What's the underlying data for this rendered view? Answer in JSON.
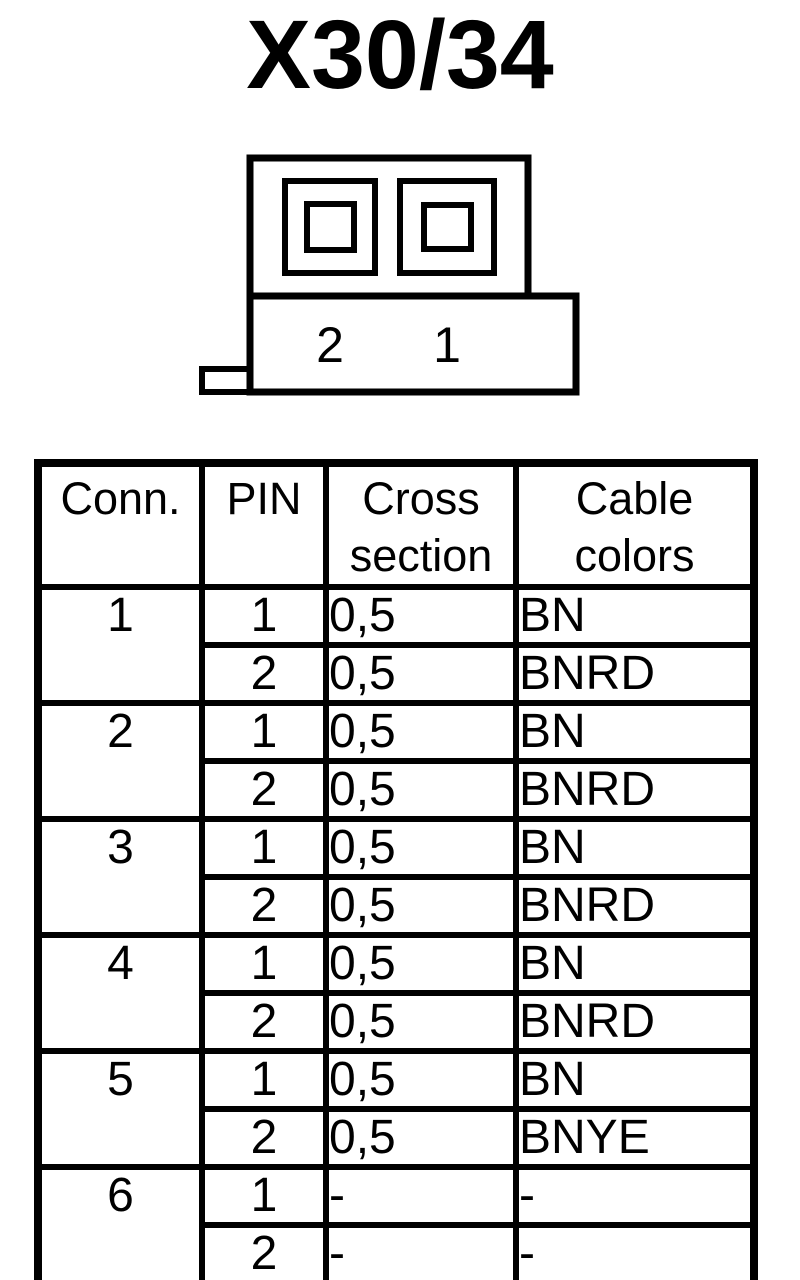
{
  "title": "X30/34",
  "colors": {
    "ink": "#000000",
    "background": "#ffffff"
  },
  "connector": {
    "cavity_labels": [
      "2",
      "1"
    ]
  },
  "table": {
    "headers": [
      "Conn.",
      "PIN",
      "Cross section",
      "Cable colors"
    ],
    "groups": [
      {
        "conn": "1",
        "pins": [
          {
            "pin": "1",
            "cross_section": "0,5",
            "cable_color": "BN"
          },
          {
            "pin": "2",
            "cross_section": "0,5",
            "cable_color": "BNRD"
          }
        ]
      },
      {
        "conn": "2",
        "pins": [
          {
            "pin": "1",
            "cross_section": "0,5",
            "cable_color": "BN"
          },
          {
            "pin": "2",
            "cross_section": "0,5",
            "cable_color": "BNRD"
          }
        ]
      },
      {
        "conn": "3",
        "pins": [
          {
            "pin": "1",
            "cross_section": "0,5",
            "cable_color": "BN"
          },
          {
            "pin": "2",
            "cross_section": "0,5",
            "cable_color": "BNRD"
          }
        ]
      },
      {
        "conn": "4",
        "pins": [
          {
            "pin": "1",
            "cross_section": "0,5",
            "cable_color": "BN"
          },
          {
            "pin": "2",
            "cross_section": "0,5",
            "cable_color": "BNRD"
          }
        ]
      },
      {
        "conn": "5",
        "pins": [
          {
            "pin": "1",
            "cross_section": "0,5",
            "cable_color": "BN"
          },
          {
            "pin": "2",
            "cross_section": "0,5",
            "cable_color": "BNYE"
          }
        ]
      },
      {
        "conn": "6",
        "pins": [
          {
            "pin": "1",
            "cross_section": "-",
            "cable_color": "-"
          },
          {
            "pin": "2",
            "cross_section": "-",
            "cable_color": "-"
          }
        ]
      }
    ]
  }
}
